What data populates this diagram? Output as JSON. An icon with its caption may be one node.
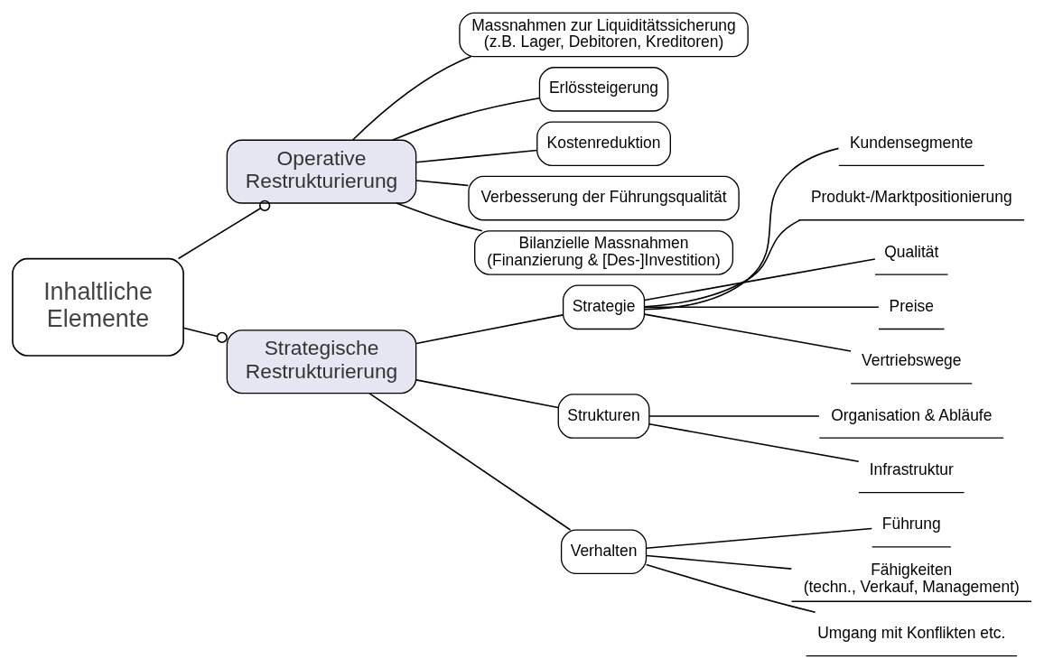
{
  "diagram": {
    "nodes": [
      {
        "text": [
          "Inhaltliche Elemente"
        ]
      },
      {
        "text": [
          "Operative Restrukturierung"
        ]
      },
      {
        "text": [
          "Massnahmen zur Liquiditätssicherung (z.B. Lager, Debitoren, Kreditoren)"
        ]
      },
      {
        "text": [
          "Erlössteigerung"
        ]
      },
      {
        "text": [
          "Kostenreduktion"
        ]
      },
      {
        "text": [
          "Verbesserung der Führungsqualität"
        ]
      },
      {
        "text": [
          "Bilanzielle Massnahmen (Finanzierung & [Des-]Investition)"
        ]
      },
      {
        "text": [
          "Strategische Restrukturierung"
        ]
      },
      {
        "text": [
          "Strategie"
        ]
      },
      {
        "text": [
          "Kundensegmente"
        ]
      },
      {
        "text": [
          "Produkt-/Marktpositionierung"
        ]
      },
      {
        "text": [
          "Qualität"
        ]
      },
      {
        "text": [
          "Preise"
        ]
      },
      {
        "text": [
          "Vertriebswege"
        ]
      },
      {
        "text": [
          "Strukturen"
        ]
      },
      {
        "text": [
          "Organisation & Abläufe"
        ]
      },
      {
        "text": [
          "Infrastruktur"
        ]
      },
      {
        "text": [
          "Verhalten"
        ]
      },
      {
        "text": [
          "Führung"
        ]
      },
      {
        "text": [
          "Fähigkeiten (techn., Verkauf, Management)"
        ]
      },
      {
        "text": [
          "Umgang mit Konflikten etc."
        ]
      }
    ],
    "edges": [
      {
        "from": 0,
        "to": 1,
        "arrow": "other"
      },
      {
        "from": 1,
        "to": 2,
        "arrow": "none"
      },
      {
        "from": 1,
        "to": 3,
        "arrow": "none"
      },
      {
        "from": 1,
        "to": 4,
        "arrow": "none"
      },
      {
        "from": 1,
        "to": 5,
        "arrow": "none"
      },
      {
        "from": 1,
        "to": 6,
        "arrow": "none"
      },
      {
        "from": 0,
        "to": 7,
        "arrow": "other"
      },
      {
        "from": 7,
        "to": 8,
        "arrow": "none"
      },
      {
        "from": 8,
        "to": 9,
        "arrow": "none"
      },
      {
        "from": 8,
        "to": 10,
        "arrow": "none"
      },
      {
        "from": 8,
        "to": 11,
        "arrow": "none"
      },
      {
        "from": 8,
        "to": 12,
        "arrow": "none"
      },
      {
        "from": 8,
        "to": 13,
        "arrow": "none"
      },
      {
        "from": 7,
        "to": 14,
        "arrow": "none"
      },
      {
        "from": 14,
        "to": 15,
        "arrow": "none"
      },
      {
        "from": 14,
        "to": 16,
        "arrow": "none"
      },
      {
        "from": 7,
        "to": 17,
        "arrow": "none"
      },
      {
        "from": 17,
        "to": 18,
        "arrow": "none"
      },
      {
        "from": 17,
        "to": 19,
        "arrow": "none"
      },
      {
        "from": 17,
        "to": 20,
        "arrow": "none"
      }
    ]
  }
}
